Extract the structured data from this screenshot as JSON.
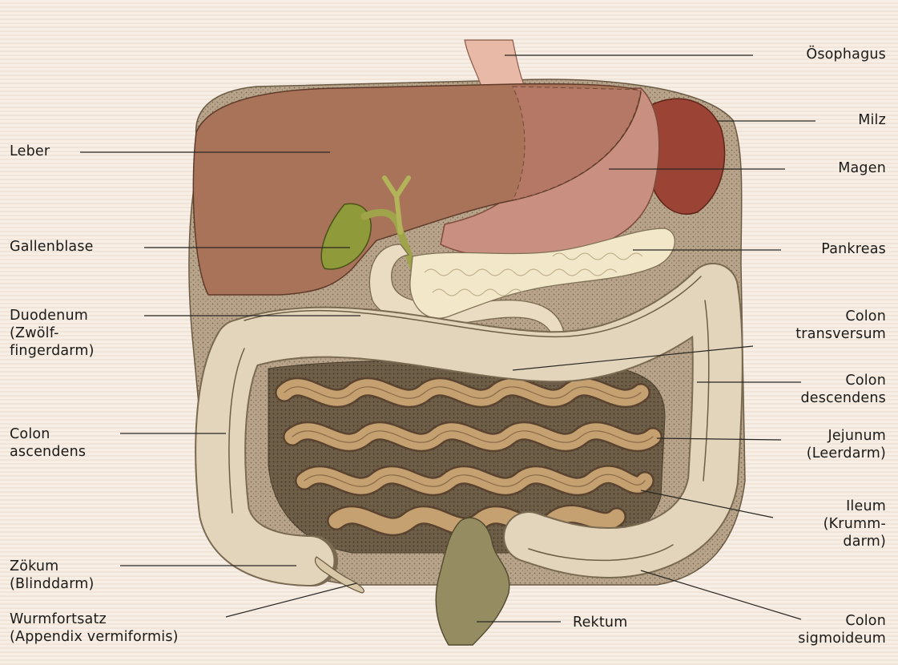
{
  "figure": {
    "labels_left": {
      "leber": "Leber",
      "gallenblase": "Gallenblase",
      "duodenum": "Duodenum\n(Zwölf-\nfingerdarm)",
      "colon_ascendens": "Colon\nascendens",
      "zoekum": "Zökum\n(Blinddarm)",
      "wurmfortsatz": "Wurmfortsatz\n(Appendix vermiformis)"
    },
    "labels_right": {
      "oesophagus": "Ösophagus",
      "milz": "Milz",
      "magen": "Magen",
      "pankreas": "Pankreas",
      "colon_transversum": "Colon\ntransversum",
      "colon_descendens": "Colon\ndescendens",
      "jejunum": "Jejunum\n(Leerdarm)",
      "ileum": "Ileum\n(Krumm-\ndarm)",
      "colon_sigmoideum": "Colon\nsigmoideum"
    },
    "label_bottom": {
      "rektum": "Rektum"
    },
    "colors": {
      "liver": "#a9735a",
      "stomach": "#c98f80",
      "spleen": "#9b4436",
      "pancreas": "#f2e7c8",
      "gallbladder": "#8f9a3a",
      "colon": "#e3d5bb",
      "small_intestine": "#c5a070",
      "background_cavity": "#b9a88e"
    }
  }
}
